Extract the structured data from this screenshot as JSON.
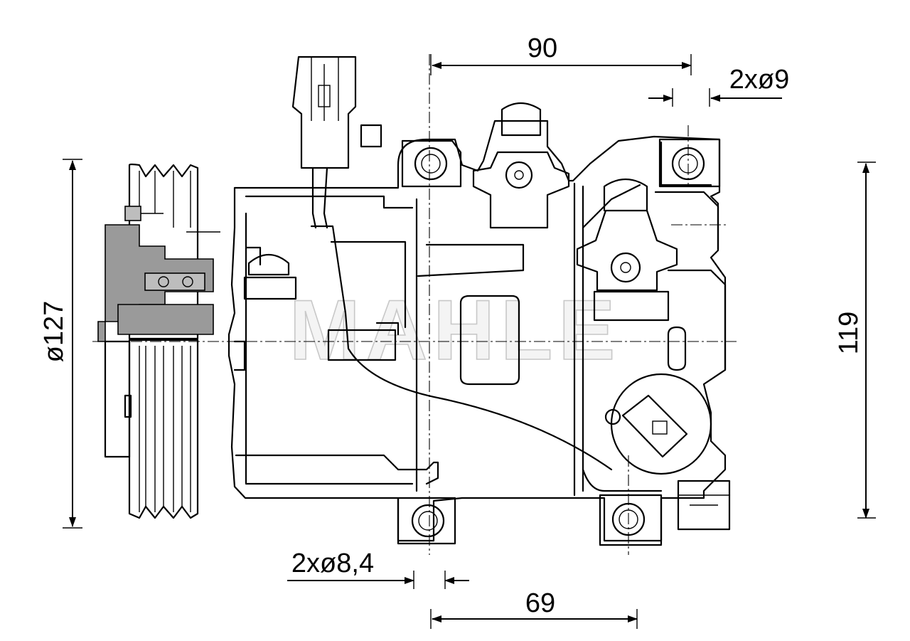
{
  "dimensions": {
    "width_top": "90",
    "hole_top": "2xø9",
    "height_right": "119",
    "pulley_diameter": "ø127",
    "hole_bottom": "2xø8,4",
    "width_bottom": "69"
  },
  "watermark": "MAHLE"
}
